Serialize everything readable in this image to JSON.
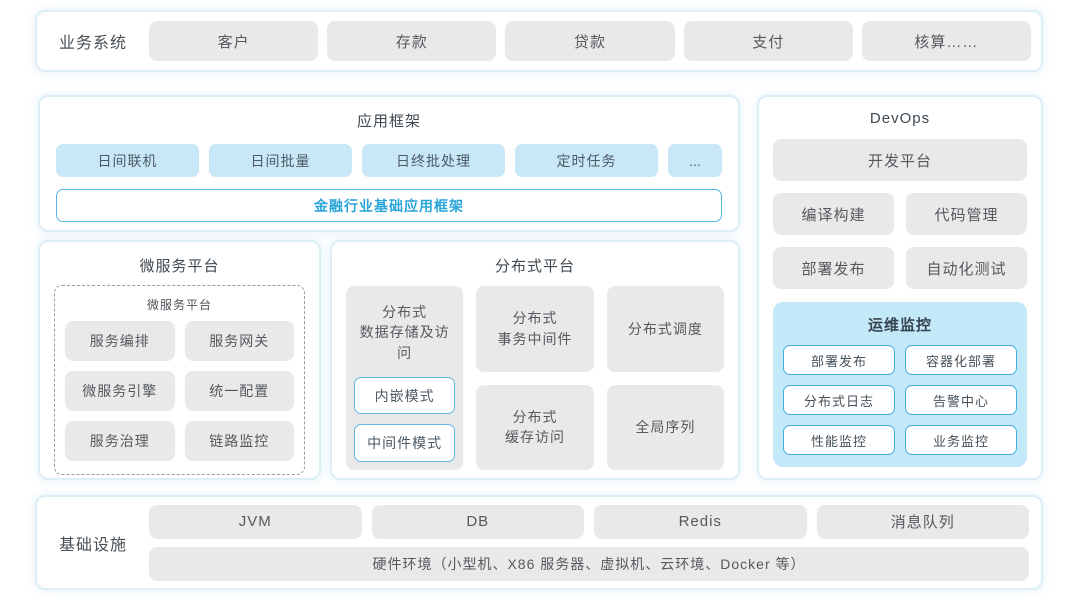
{
  "colors": {
    "section_border": "#dceef6",
    "gray_box_bg": "#e9e9e9",
    "blue_box_bg": "#c9e8f7",
    "ops_panel_bg": "#c3e8f8",
    "blue_chip_border": "#44abdc",
    "accent_text": "#2aa5da",
    "body_text": "#55595e"
  },
  "business_system": {
    "label": "业务系统",
    "items": [
      "客户",
      "存款",
      "贷款",
      "支付",
      "核算……"
    ]
  },
  "app_framework": {
    "title": "应用框架",
    "items": [
      "日间联机",
      "日间批量",
      "日终批处理",
      "定时任务",
      "..."
    ],
    "base_bar": "金融行业基础应用框架"
  },
  "microservice_platform": {
    "title": "微服务平台",
    "inner_title": "微服务平台",
    "items": [
      "服务编排",
      "服务网关",
      "微服务引擎",
      "统一配置",
      "服务治理",
      "链路监控"
    ]
  },
  "distributed_platform": {
    "title": "分布式平台",
    "storage": {
      "label": "分布式\n数据存储及访问",
      "modes": [
        "内嵌模式",
        "中间件模式"
      ]
    },
    "cells": [
      "分布式\n事务中间件",
      "分布式调度",
      "分布式\n缓存访问",
      "全局序列"
    ]
  },
  "devops": {
    "title": "DevOps",
    "dev_platform": "开发平台",
    "tools": [
      "编译构建",
      "代码管理",
      "部署发布",
      "自动化测试"
    ],
    "ops_monitor": {
      "title": "运维监控",
      "items": [
        "部署发布",
        "容器化部署",
        "分布式日志",
        "告警中心",
        "性能监控",
        "业务监控"
      ]
    }
  },
  "infrastructure": {
    "label": "基础设施",
    "items": [
      "JVM",
      "DB",
      "Redis",
      "消息队列"
    ],
    "hardware": "硬件环境（小型机、X86 服务器、虚拟机、云环境、Docker 等）"
  }
}
